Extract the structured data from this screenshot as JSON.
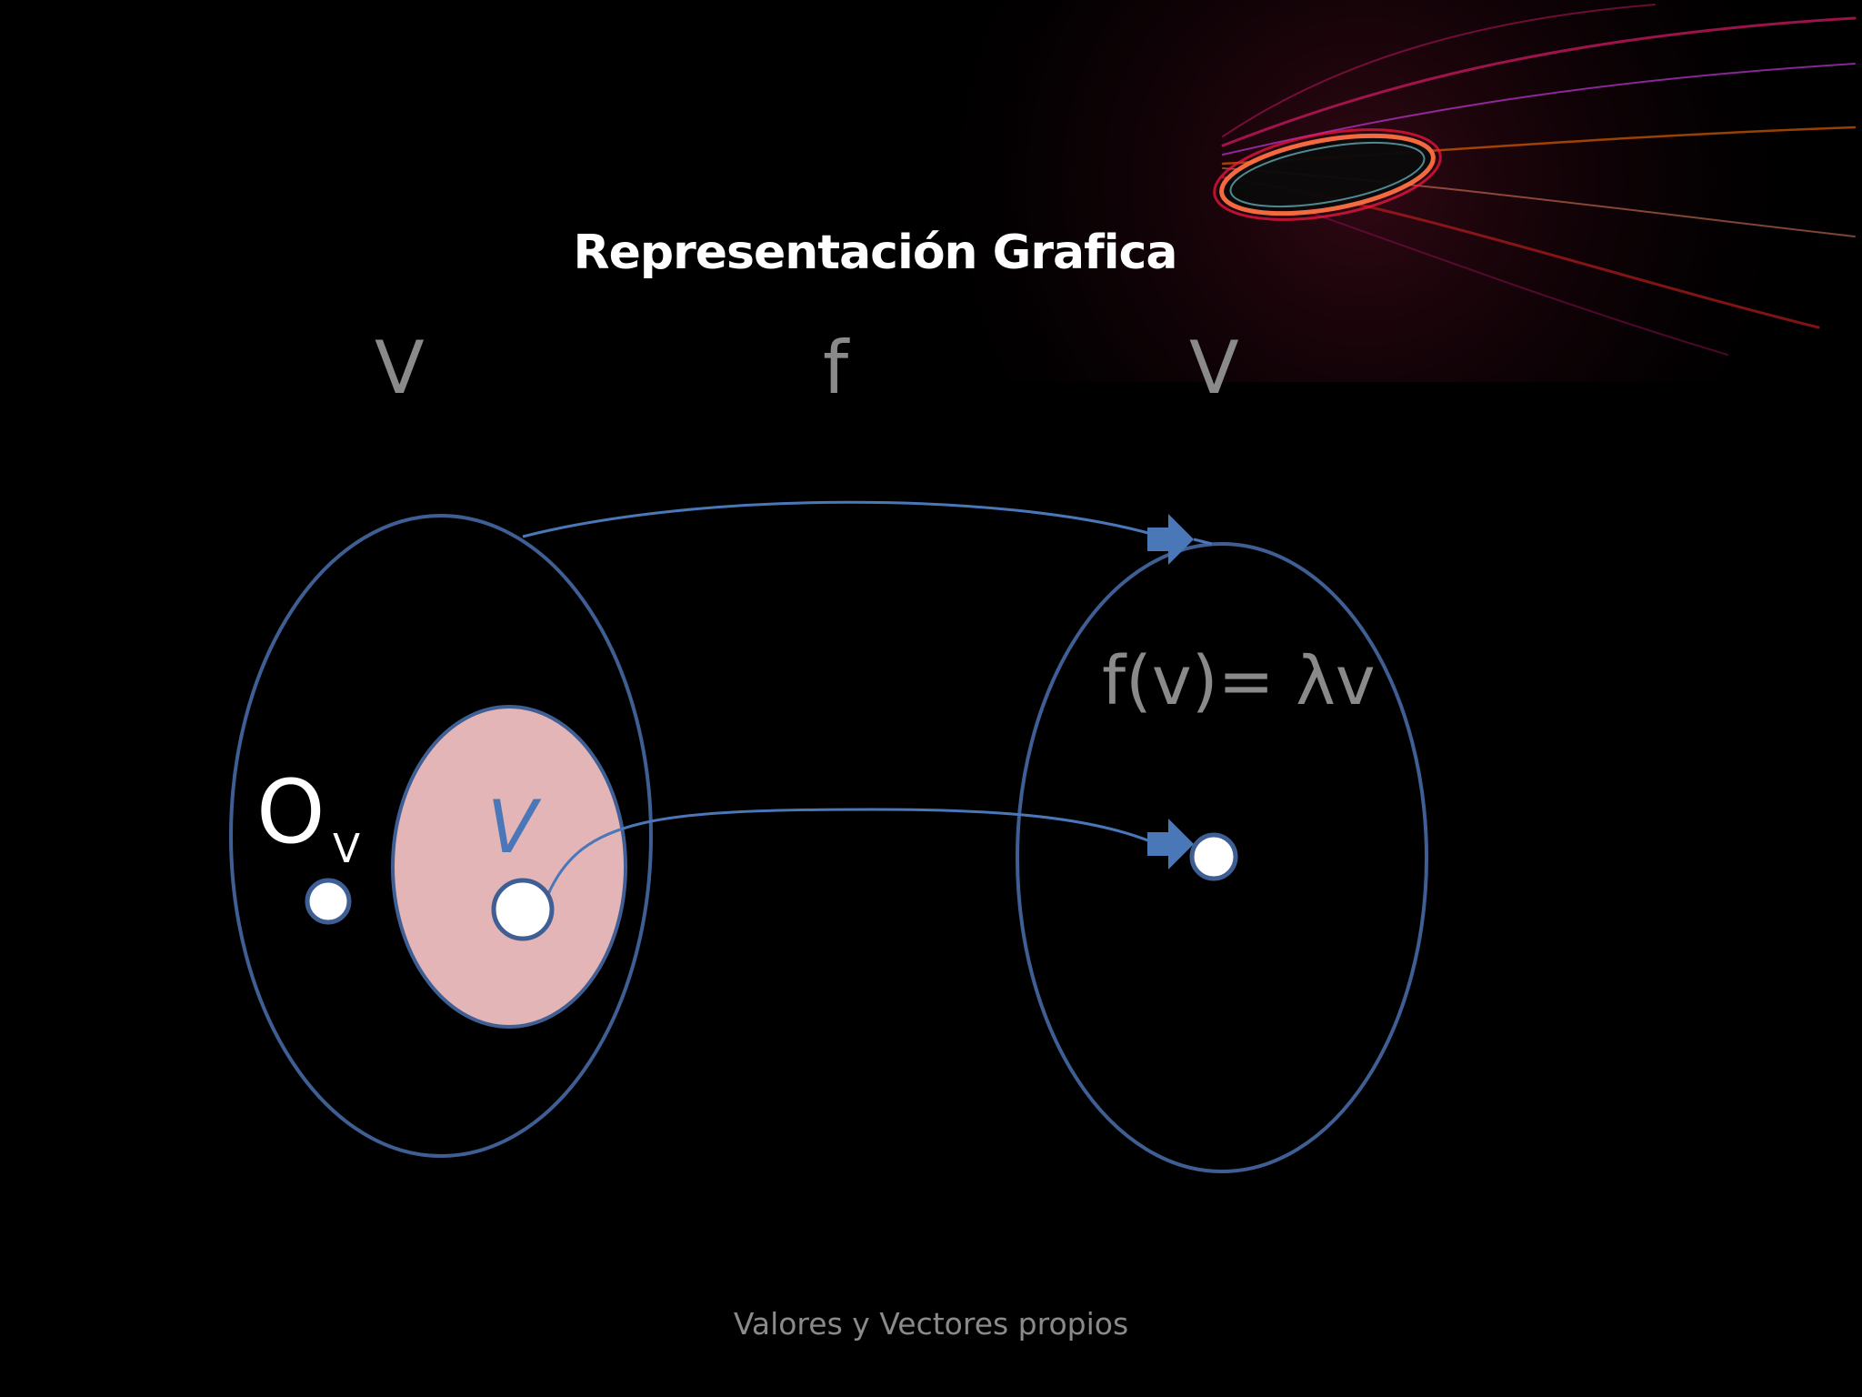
{
  "slide": {
    "title": "Representación Grafica",
    "domain_label": "V",
    "map_label": "f",
    "codomain_label": "V",
    "formula": "f(v)= λv",
    "zero_symbol": "O",
    "zero_subscript": "V",
    "vector_label": "V",
    "footer": "Valores y Vectores propios"
  },
  "colors": {
    "background": "#000000",
    "ellipse_stroke": "#3f5f94",
    "subset_fill": "#e3b5b7",
    "arrow": "#4a77b8",
    "label_gray": "#8a8a8a"
  }
}
